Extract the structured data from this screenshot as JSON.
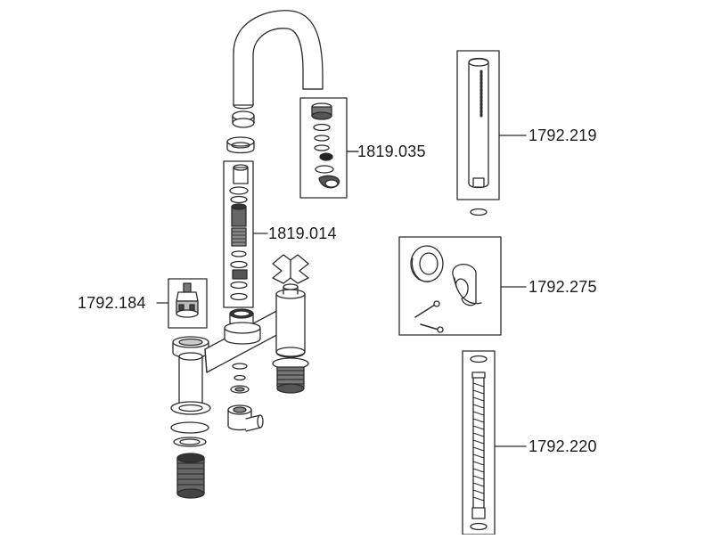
{
  "parts": {
    "aerator_kit": {
      "code": "1819.035"
    },
    "cartridge_kit": {
      "code": "1819.014"
    },
    "valve_cartridge": {
      "code": "1792.184"
    },
    "hand_shower": {
      "code": "1792.219"
    },
    "wall_bracket": {
      "code": "1792.275"
    },
    "shower_hose": {
      "code": "1792.220"
    }
  },
  "colors": {
    "line": "#2b2b2b",
    "fill": "#ffffff",
    "shade": "#9a9a9a",
    "dark": "#3a3a3a"
  }
}
